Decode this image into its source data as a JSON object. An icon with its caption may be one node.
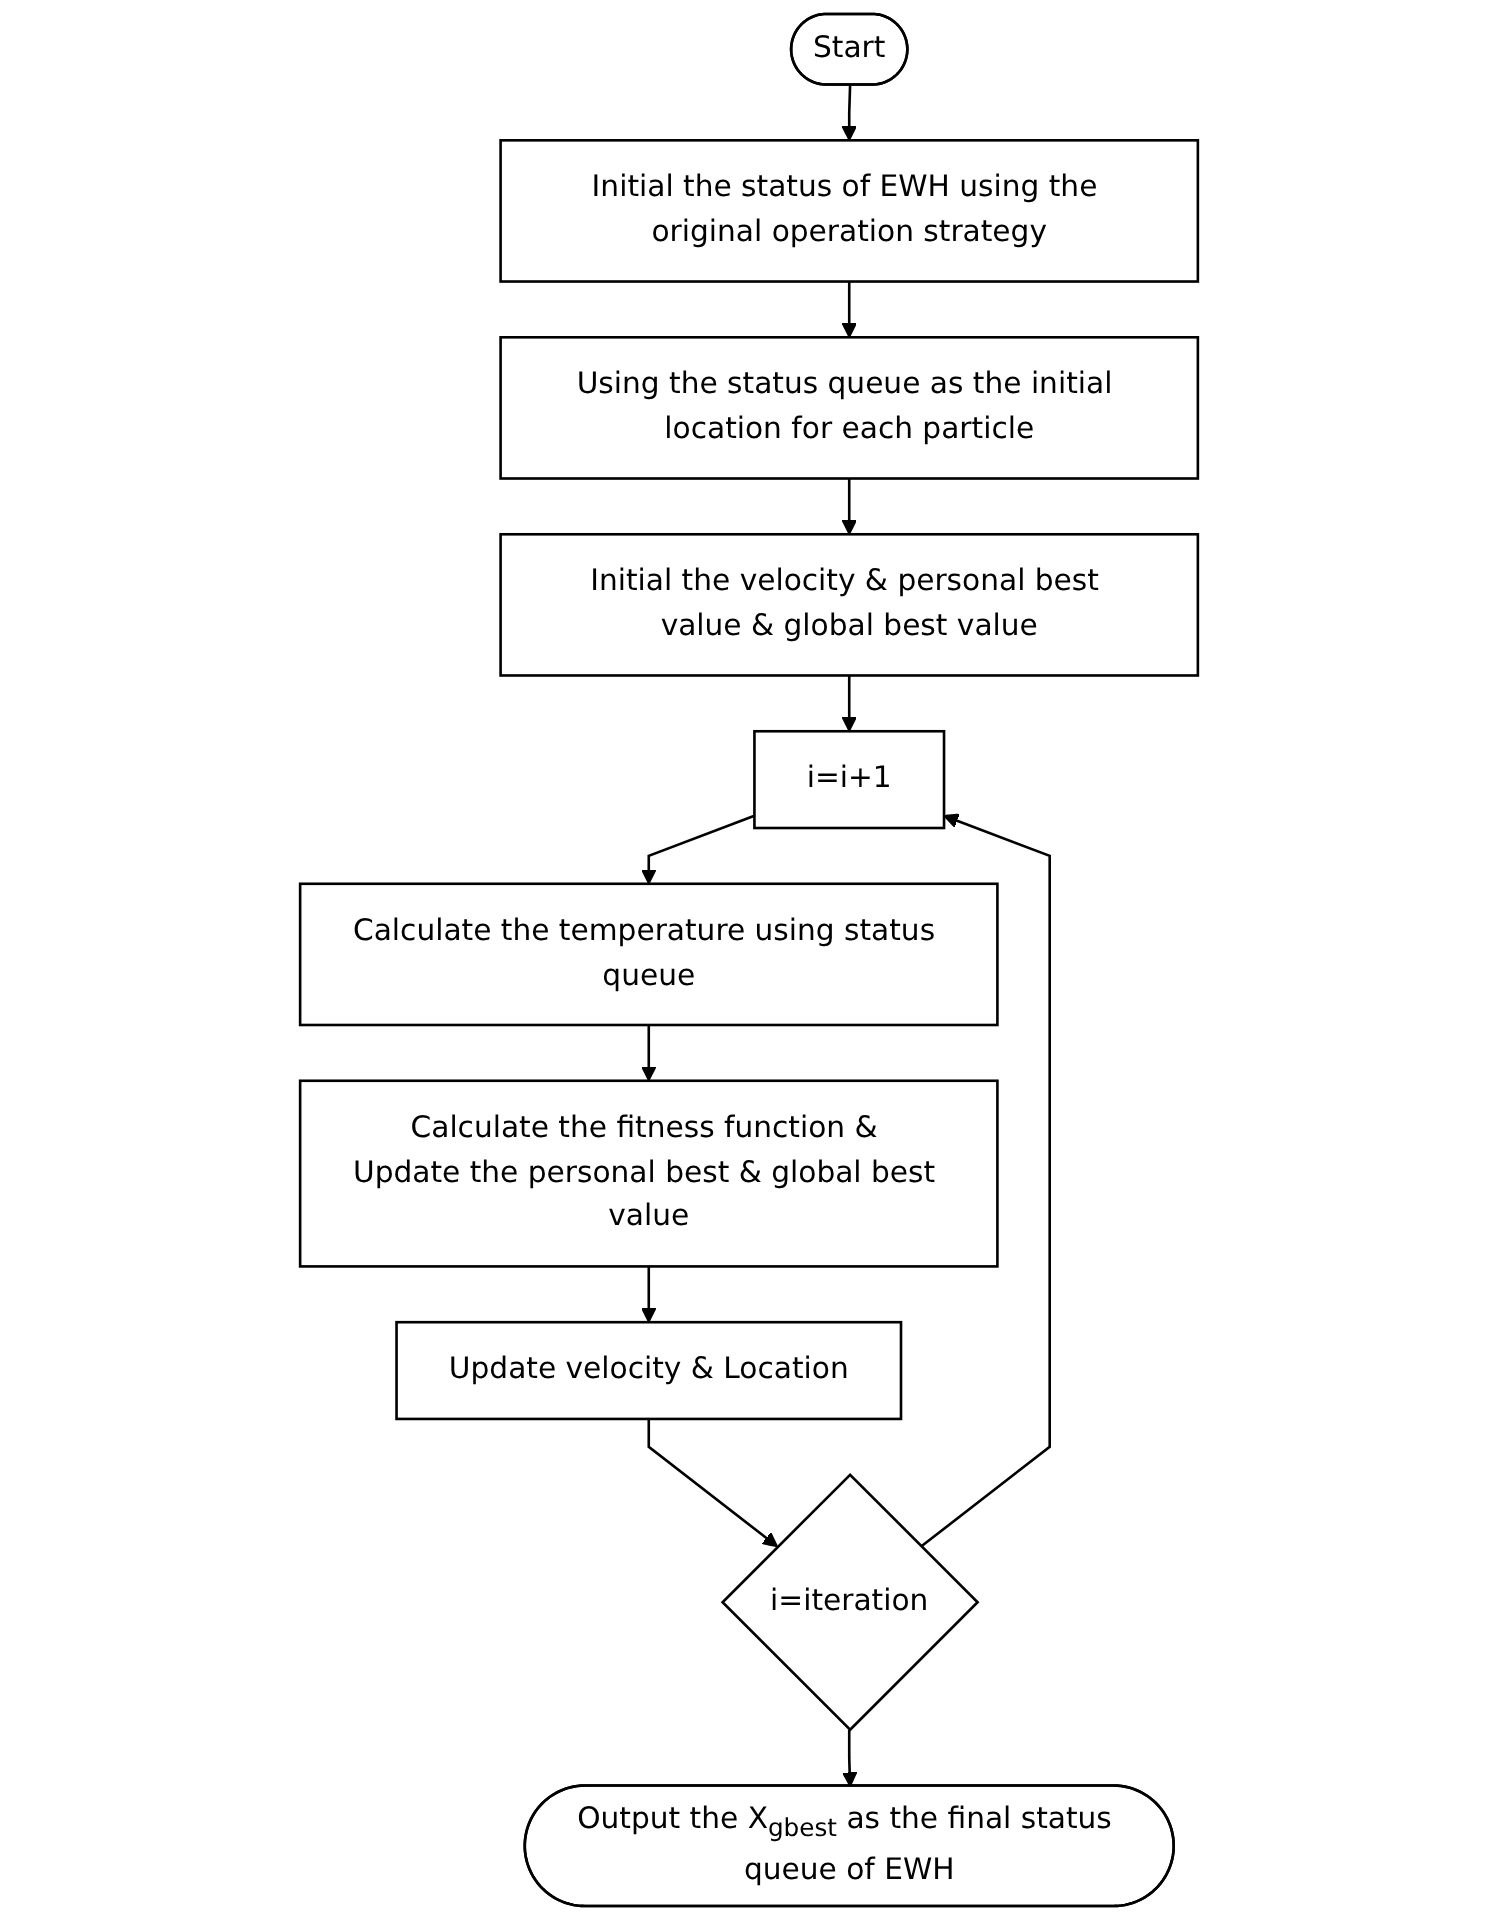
{
  "diagram": {
    "nodes": [
      {
        "text": [
          "Start"
        ]
      },
      {
        "text": [
          "Initial the status of EWH using the original operation strategy"
        ]
      },
      {
        "text": [
          "Using the status queue as the initial location for each particle"
        ]
      },
      {
        "text": [
          "Initial the velocity & personal best value & global best value"
        ]
      },
      {
        "text": [
          "i=i+1"
        ]
      },
      {
        "text": [
          "Calculate the temperature using status queue"
        ]
      },
      {
        "text": [
          "Calculate the fitness function & Update the personal best & global best value"
        ]
      },
      {
        "text": [
          "Update velocity & Location"
        ]
      },
      {
        "text": [
          "i=iteration"
        ]
      },
      {
        "text": [
          "Output the X$_{gbest}$ as the final status queue of EWH"
        ]
      }
    ],
    "edges": [
      {
        "from": 0,
        "to": 1,
        "arrow": "to"
      },
      {
        "from": 1,
        "to": 2,
        "arrow": "to"
      },
      {
        "from": 2,
        "to": 3,
        "arrow": "to"
      },
      {
        "from": 3,
        "to": 4,
        "arrow": "to"
      },
      {
        "from": 4,
        "to": 5,
        "arrow": "to"
      },
      {
        "from": 5,
        "to": 6,
        "arrow": "to"
      },
      {
        "from": 6,
        "to": 7,
        "arrow": "to"
      },
      {
        "from": 7,
        "to": 8,
        "arrow": "to"
      },
      {
        "from": 8,
        "to": 4,
        "arrow": "to"
      },
      {
        "from": 8,
        "to": 9,
        "arrow": "to"
      }
    ]
  }
}
